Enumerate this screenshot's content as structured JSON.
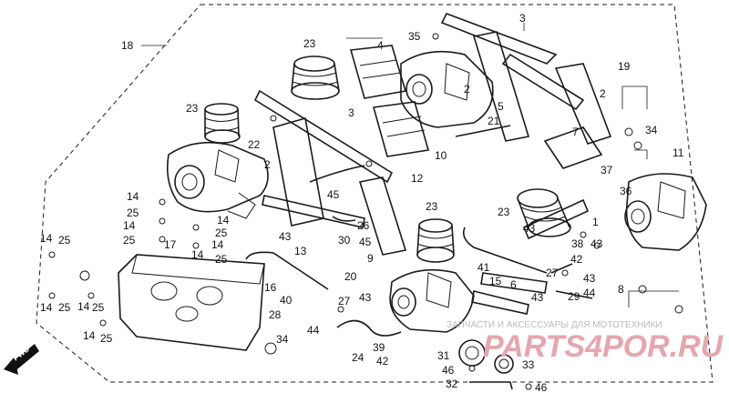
{
  "callouts": [
    {
      "id": "c18",
      "text": "18"
    },
    {
      "id": "c23a",
      "text": "23"
    },
    {
      "id": "c4",
      "text": "4"
    },
    {
      "id": "c35",
      "text": "35"
    },
    {
      "id": "c3a",
      "text": "3"
    },
    {
      "id": "c19",
      "text": "19"
    },
    {
      "id": "c23b",
      "text": "23"
    },
    {
      "id": "c3b",
      "text": "3"
    },
    {
      "id": "c2a",
      "text": "2"
    },
    {
      "id": "c5",
      "text": "5"
    },
    {
      "id": "c21",
      "text": "21"
    },
    {
      "id": "c2b",
      "text": "2"
    },
    {
      "id": "c34a",
      "text": "34"
    },
    {
      "id": "c22",
      "text": "22"
    },
    {
      "id": "c2c",
      "text": "2"
    },
    {
      "id": "c10",
      "text": "10"
    },
    {
      "id": "c7",
      "text": "7"
    },
    {
      "id": "c11",
      "text": "11"
    },
    {
      "id": "c37",
      "text": "37"
    },
    {
      "id": "c12",
      "text": "12"
    },
    {
      "id": "c45a",
      "text": "45"
    },
    {
      "id": "c14a",
      "text": "14"
    },
    {
      "id": "c25a",
      "text": "25"
    },
    {
      "id": "c14b",
      "text": "14"
    },
    {
      "id": "c14c",
      "text": "14"
    },
    {
      "id": "c25b",
      "text": "25"
    },
    {
      "id": "c26",
      "text": "26"
    },
    {
      "id": "c23c",
      "text": "23"
    },
    {
      "id": "c23d",
      "text": "23"
    },
    {
      "id": "c36",
      "text": "36"
    },
    {
      "id": "c43a",
      "text": "43"
    },
    {
      "id": "c1",
      "text": "1"
    },
    {
      "id": "c25c",
      "text": "25"
    },
    {
      "id": "c17",
      "text": "17"
    },
    {
      "id": "c14d",
      "text": "14"
    },
    {
      "id": "c43b",
      "text": "43"
    },
    {
      "id": "c30",
      "text": "30"
    },
    {
      "id": "c45b",
      "text": "45"
    },
    {
      "id": "c14e",
      "text": "14"
    },
    {
      "id": "c25d",
      "text": "25"
    },
    {
      "id": "c38",
      "text": "38"
    },
    {
      "id": "c43c",
      "text": "43"
    },
    {
      "id": "c13",
      "text": "13"
    },
    {
      "id": "c14f",
      "text": "14"
    },
    {
      "id": "c25e",
      "text": "25"
    },
    {
      "id": "c9",
      "text": "9"
    },
    {
      "id": "c42",
      "text": "42"
    },
    {
      "id": "c41",
      "text": "41"
    },
    {
      "id": "c27a",
      "text": "27"
    },
    {
      "id": "c43d",
      "text": "43"
    },
    {
      "id": "c20",
      "text": "20"
    },
    {
      "id": "c15",
      "text": "15"
    },
    {
      "id": "c6",
      "text": "6"
    },
    {
      "id": "c44a",
      "text": "44"
    },
    {
      "id": "c8",
      "text": "8"
    },
    {
      "id": "c16",
      "text": "16"
    },
    {
      "id": "c27b",
      "text": "27"
    },
    {
      "id": "c14g",
      "text": "14"
    },
    {
      "id": "c25f",
      "text": "25"
    },
    {
      "id": "c14h",
      "text": "14"
    },
    {
      "id": "c25g",
      "text": "25"
    },
    {
      "id": "c40",
      "text": "40"
    },
    {
      "id": "c43e",
      "text": "43"
    },
    {
      "id": "c43f",
      "text": "43"
    },
    {
      "id": "c29",
      "text": "29"
    },
    {
      "id": "c28",
      "text": "28"
    },
    {
      "id": "c14i",
      "text": "14"
    },
    {
      "id": "c25h",
      "text": "25"
    },
    {
      "id": "c44b",
      "text": "44"
    },
    {
      "id": "c39",
      "text": "39"
    },
    {
      "id": "c42b",
      "text": "42"
    },
    {
      "id": "c34b",
      "text": "34"
    },
    {
      "id": "c24",
      "text": "24"
    },
    {
      "id": "c31",
      "text": "31"
    },
    {
      "id": "c33",
      "text": "33"
    },
    {
      "id": "c46a",
      "text": "46"
    },
    {
      "id": "c32",
      "text": "32"
    },
    {
      "id": "c46b",
      "text": "46"
    }
  ],
  "direction_label": "FWD",
  "watermark": {
    "caption": "ЗАПЧАСТИ И АКСЕССУАРЫ ДЛЯ МОТОТЕХНИКИ",
    "logo": "PARTS4POR.RU"
  }
}
